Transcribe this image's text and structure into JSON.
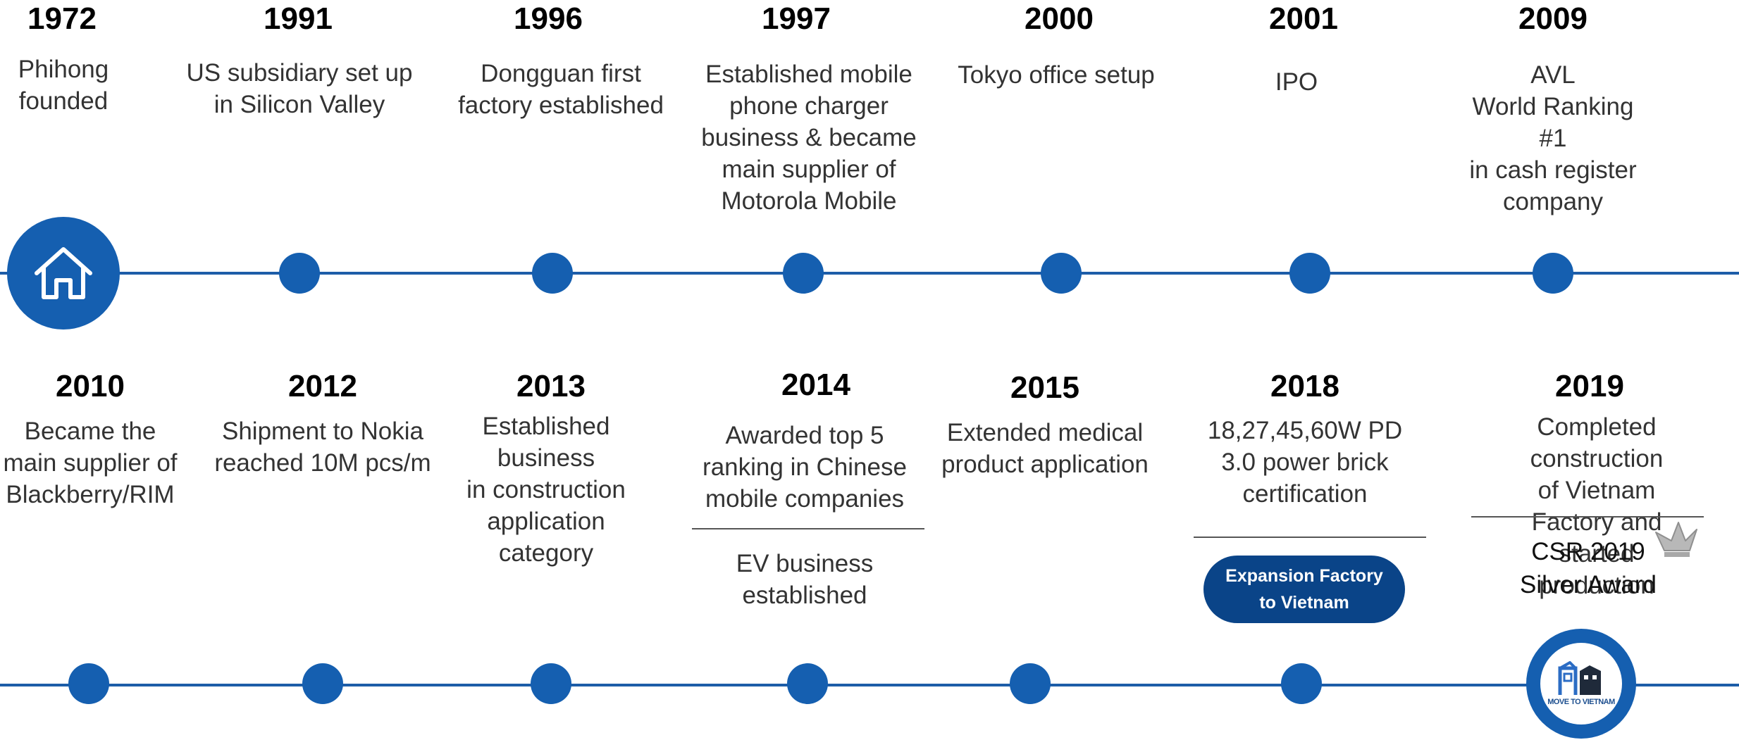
{
  "top_row": [
    {
      "year": "1972",
      "desc": "Phihong\nfounded"
    },
    {
      "year": "1991",
      "desc": "US subsidiary set up\nin Silicon Valley"
    },
    {
      "year": "1996",
      "desc": "Dongguan  first\nfactory established"
    },
    {
      "year": "1997",
      "desc": "Established mobile\nphone charger\nbusiness & became\nmain supplier of\nMotorola Mobile"
    },
    {
      "year": "2000",
      "desc": "Tokyo office setup"
    },
    {
      "year": "2001",
      "desc": "IPO"
    },
    {
      "year": "2009",
      "desc": "AVL\nWorld Ranking #1\nin cash register\ncompany"
    }
  ],
  "bottom_row": [
    {
      "year": "2010",
      "desc": "Became the\nmain supplier of\nBlackberry/RIM"
    },
    {
      "year": "2012",
      "desc": "Shipment to Nokia\nreached 10M pcs/m"
    },
    {
      "year": "2013",
      "desc": "Established\nbusiness\nin construction\napplication\ncategory"
    },
    {
      "year": "2014",
      "desc": "Awarded top 5\nranking in Chinese\nmobile companies",
      "extra": "EV business\nestablished"
    },
    {
      "year": "2015",
      "desc": "Extended medical\nproduct application"
    },
    {
      "year": "2018",
      "desc": "18,27,45,60W PD\n3.0 power brick\ncertification",
      "badge_line1": "Expansion Factory",
      "badge_line2": "to Vietnam"
    },
    {
      "year": "2019",
      "desc": "Completed construction\nof Vietnam Factory and\nstarted production",
      "award": "CSR 2019\nSilver Award",
      "logo_text": "MOVE TO VIETNAM"
    }
  ],
  "icons": {
    "start": "home-icon",
    "award": "crown-icon",
    "end": "move-to-vietnam-logo"
  },
  "colors": {
    "accent": "#155fb0",
    "badge": "#0a4488"
  }
}
